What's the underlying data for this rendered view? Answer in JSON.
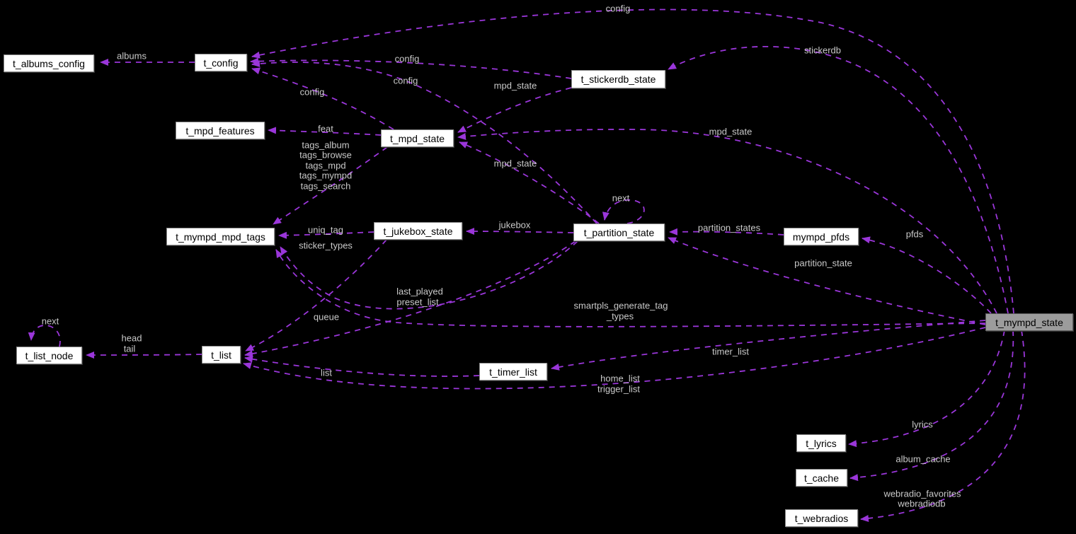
{
  "diagram": {
    "title": "t_mympd_state collaboration graph",
    "background_color": "#000000",
    "edge_color": "#9A36D9",
    "edge_style": "dashed",
    "label_color": "#c9c9c9",
    "node_bg": "#ffffff",
    "node_text_color": "#000000",
    "highlight_node_bg": "#9c9c9c"
  },
  "nodes": {
    "t_albums_config": {
      "label": "t_albums_config"
    },
    "t_config": {
      "label": "t_config"
    },
    "t_stickerdb_state": {
      "label": "t_stickerdb_state"
    },
    "t_mpd_features": {
      "label": "t_mpd_features"
    },
    "t_mpd_state": {
      "label": "t_mpd_state"
    },
    "t_mympd_mpd_tags": {
      "label": "t_mympd_mpd_tags"
    },
    "t_jukebox_state": {
      "label": "t_jukebox_state"
    },
    "t_partition_state": {
      "label": "t_partition_state"
    },
    "mympd_pfds": {
      "label": "mympd_pfds"
    },
    "t_list_node": {
      "label": "t_list_node"
    },
    "t_list": {
      "label": "t_list"
    },
    "t_timer_list": {
      "label": "t_timer_list"
    },
    "t_mympd_state": {
      "label": "t_mympd_state"
    },
    "t_lyrics": {
      "label": "t_lyrics"
    },
    "t_cache": {
      "label": "t_cache"
    },
    "t_webradios": {
      "label": "t_webradios"
    }
  },
  "edge_labels": {
    "albums": {
      "text": "albums"
    },
    "config_top": {
      "text": "config"
    },
    "config_from_stickerdb": {
      "text": "config"
    },
    "config_from_partition": {
      "text": "config"
    },
    "config_from_mpd": {
      "text": "config"
    },
    "stickerdb": {
      "text": "stickerdb"
    },
    "mpd_state_from_stickerdb": {
      "text": "mpd_state"
    },
    "mpd_state_from_mympd": {
      "text": "mpd_state"
    },
    "mpd_state_from_partition": {
      "text": "mpd_state"
    },
    "feat": {
      "text": "feat"
    },
    "tags_album": {
      "text": "tags_album"
    },
    "tags_browse": {
      "text": "tags_browse"
    },
    "tags_mpd": {
      "text": "tags_mpd"
    },
    "tags_mympd": {
      "text": "tags_mympd"
    },
    "tags_search": {
      "text": "tags_search"
    },
    "next_partition": {
      "text": "next"
    },
    "uniq_tag": {
      "text": "uniq_tag"
    },
    "sticker_types": {
      "text": "sticker_types"
    },
    "jukebox": {
      "text": "jukebox"
    },
    "partition_states": {
      "text": "partition_states"
    },
    "pfds": {
      "text": "pfds"
    },
    "partition_state": {
      "text": "partition_state"
    },
    "last_played": {
      "text": "last_played"
    },
    "preset_list": {
      "text": "preset_list"
    },
    "queue": {
      "text": "queue"
    },
    "smartpls_line1": {
      "text": "smartpls_generate_tag"
    },
    "smartpls_line2": {
      "text": "_types"
    },
    "next_listnode": {
      "text": "next"
    },
    "head": {
      "text": "head"
    },
    "tail": {
      "text": "tail"
    },
    "list": {
      "text": "list"
    },
    "timer_list": {
      "text": "timer_list"
    },
    "home_list": {
      "text": "home_list"
    },
    "trigger_list": {
      "text": "trigger_list"
    },
    "lyrics": {
      "text": "lyrics"
    },
    "album_cache": {
      "text": "album_cache"
    },
    "webradio_favorites": {
      "text": "webradio_favorites"
    },
    "webradiodb": {
      "text": "webradiodb"
    }
  }
}
